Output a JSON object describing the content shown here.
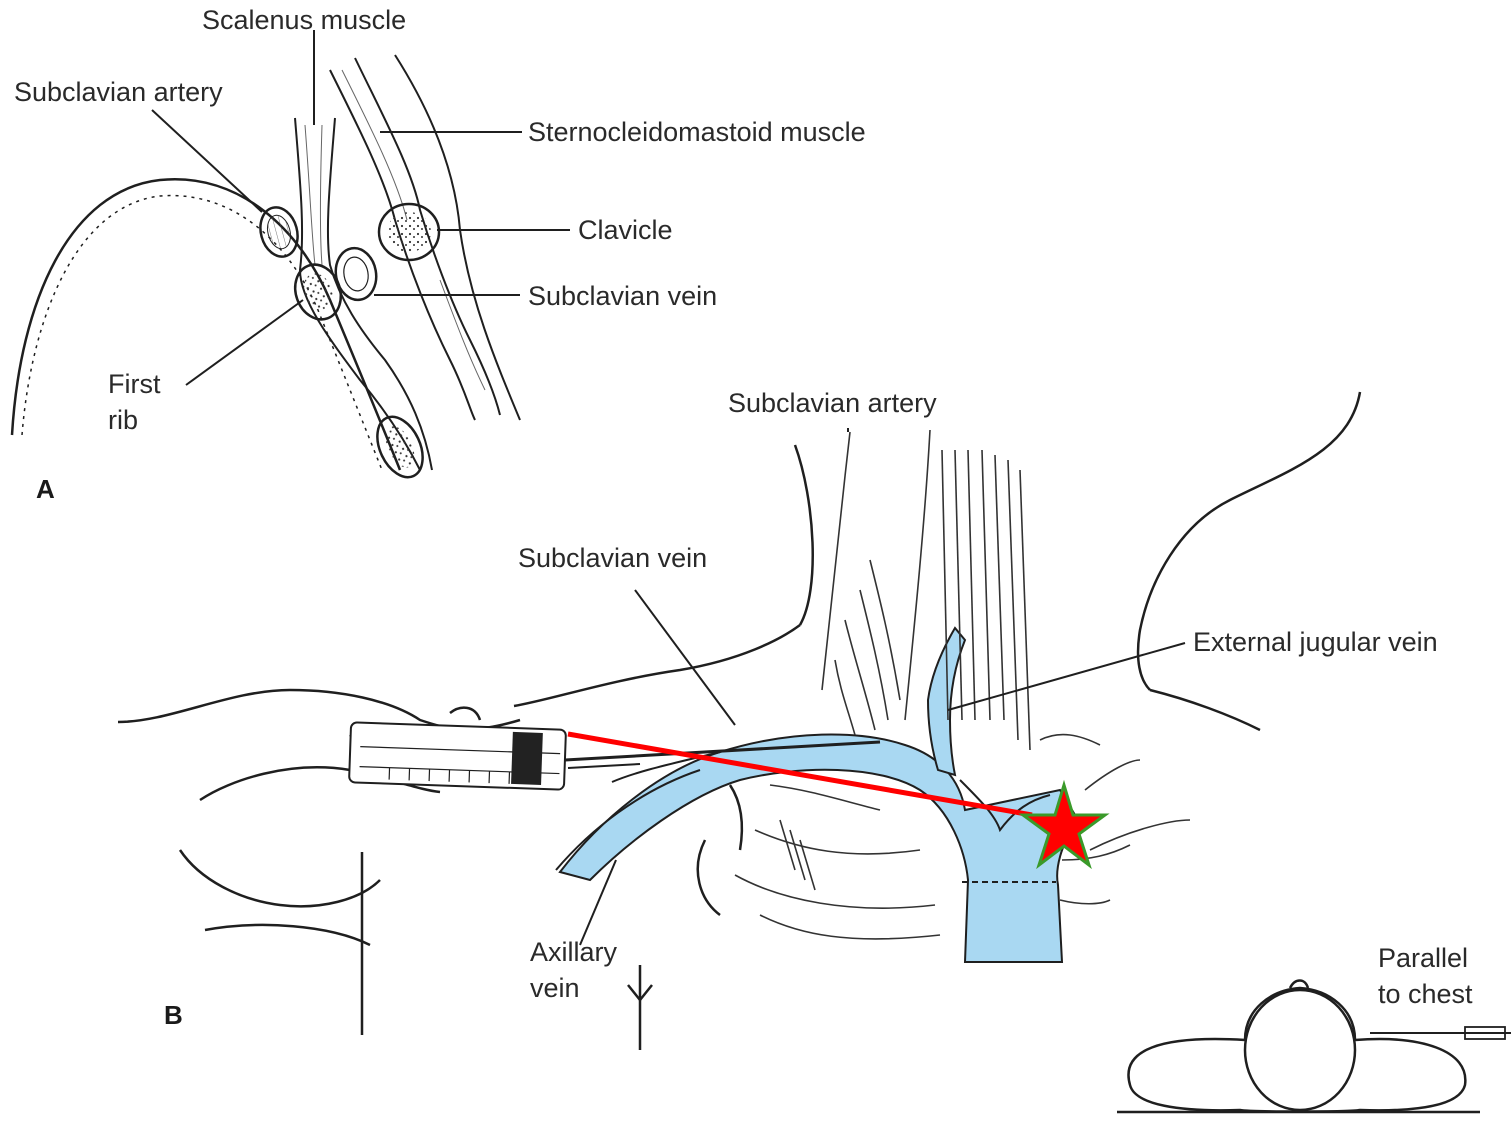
{
  "labels": {
    "scalenus_muscle": "Scalenus muscle",
    "subclavian_artery_a": "Subclavian artery",
    "sternocleidomastoid": "Sternocleidomastoid muscle",
    "clavicle": "Clavicle",
    "subclavian_vein_a": "Subclavian vein",
    "first_rib": "First\nrib",
    "subclavian_artery_b": "Subclavian artery",
    "subclavian_vein_b": "Subclavian vein",
    "external_jugular": "External jugular vein",
    "axillary_vein": "Axillary\nvein",
    "parallel_chest": "Parallel\nto chest"
  },
  "panels": {
    "a": "A",
    "b": "B"
  },
  "colors": {
    "background_frame": "#000000",
    "page": "#ffffff",
    "vein_fill": "#a9d8f2",
    "line_ink": "#1f1f1f",
    "needle_path": "#ff0000",
    "target_star_fill": "#ff0000",
    "target_star_stroke": "#3a9a2a"
  }
}
